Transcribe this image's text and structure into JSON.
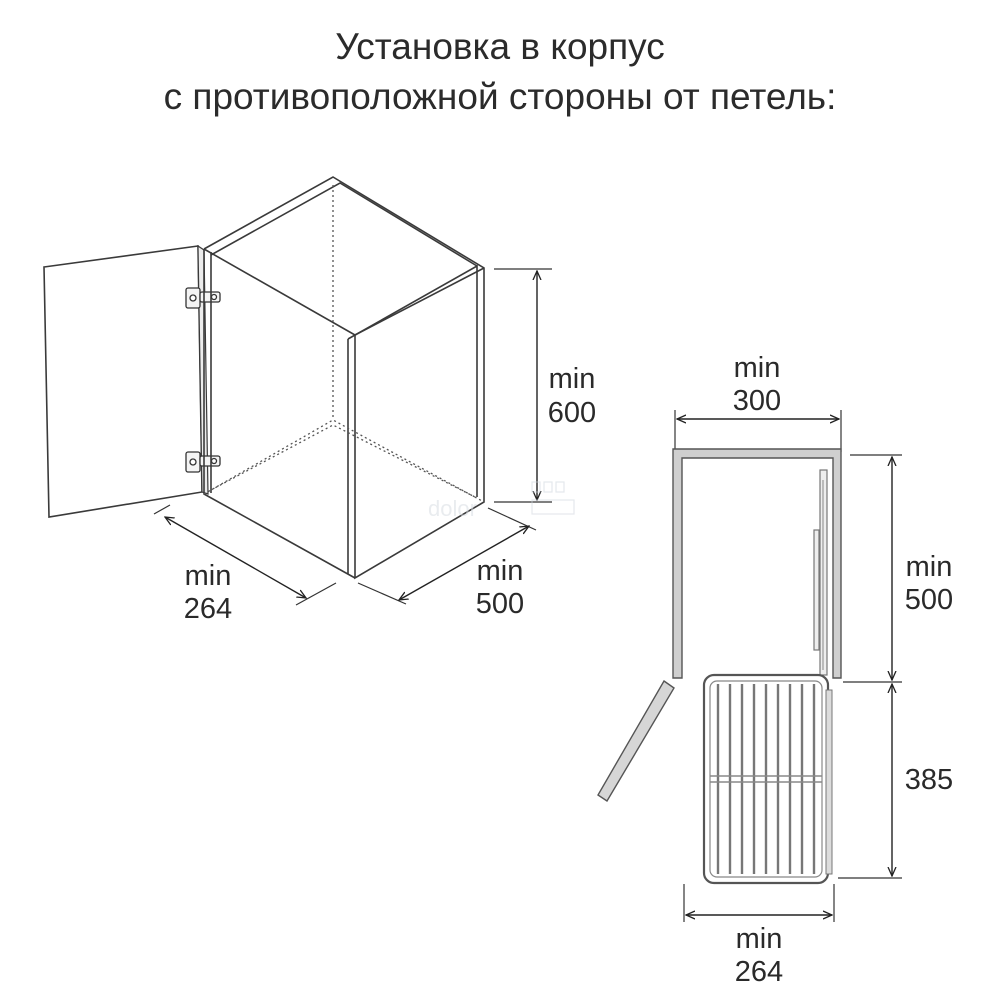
{
  "title": {
    "line1": "Установка в корпус",
    "line2": "с противоположной стороны от петель:"
  },
  "isometric": {
    "height_label": "min",
    "height_value": "600",
    "width_label": "min",
    "width_value": "264",
    "depth_label": "min",
    "depth_value": "500"
  },
  "plan": {
    "top_label": "min",
    "top_value": "300",
    "right_upper_label": "min",
    "right_upper_value": "500",
    "right_lower_value": "385",
    "bottom_label": "min",
    "bottom_value": "264"
  },
  "watermark": "dolor"
}
